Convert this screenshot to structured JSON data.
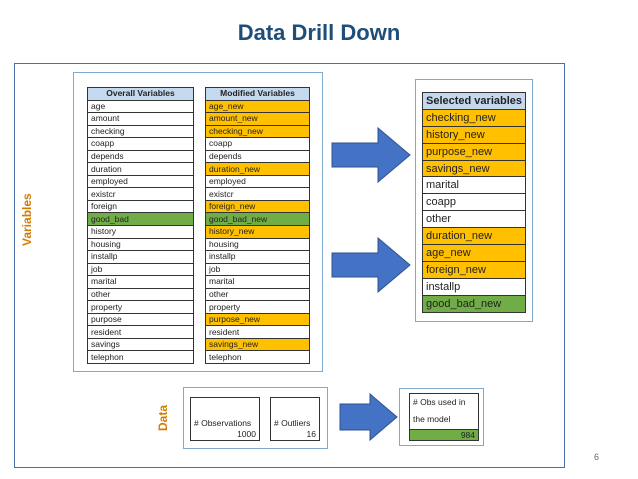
{
  "title": "Data Drill Down",
  "labels": {
    "variables": "Variables",
    "data": "Data"
  },
  "overall_variables": {
    "header": "Overall Variables",
    "items": [
      "age",
      "amount",
      "checking",
      "coapp",
      "depends",
      "duration",
      "employed",
      "existcr",
      "foreign",
      "good_bad",
      "history",
      "housing",
      "installp",
      "job",
      "marital",
      "other",
      "property",
      "purpose",
      "resident",
      "savings",
      "telephon"
    ],
    "highlight": [
      "none",
      "none",
      "none",
      "none",
      "none",
      "none",
      "none",
      "none",
      "none",
      "green",
      "none",
      "none",
      "none",
      "none",
      "none",
      "none",
      "none",
      "none",
      "none",
      "none",
      "none"
    ]
  },
  "modified_variables": {
    "header": "Modified Variables",
    "items": [
      "age_new",
      "amount_new",
      "checking_new",
      "coapp",
      "depends",
      "duration_new",
      "employed",
      "existcr",
      "foreign_new",
      "good_bad_new",
      "history_new",
      "housing",
      "installp",
      "job",
      "marital",
      "other",
      "property",
      "purpose_new",
      "resident",
      "savings_new",
      "telephon"
    ],
    "highlight": [
      "orange",
      "orange",
      "orange",
      "none",
      "none",
      "orange",
      "none",
      "none",
      "orange",
      "green",
      "orange",
      "none",
      "none",
      "none",
      "none",
      "none",
      "none",
      "orange",
      "none",
      "orange",
      "none"
    ]
  },
  "selected_variables": {
    "header": "Selected variables",
    "items": [
      "checking_new",
      "history_new",
      "purpose_new",
      "savings_new",
      "marital",
      "coapp",
      "other",
      "duration_new",
      "age_new",
      "foreign_new",
      "installp",
      "good_bad_new"
    ],
    "highlight": [
      "orange",
      "orange",
      "orange",
      "orange",
      "none",
      "none",
      "none",
      "orange",
      "orange",
      "orange",
      "none",
      "green"
    ]
  },
  "observations": {
    "label": "# Observations",
    "value": "1000"
  },
  "outliers": {
    "label": "# Outliers",
    "value": "16"
  },
  "obs_used": {
    "label_line1": "# Obs used in",
    "label_line2": "the model",
    "value": "984"
  },
  "colors": {
    "orange": "#ffc000",
    "green": "#70ad47",
    "arrow": "#4472c4",
    "title": "#1f4e79",
    "side_label": "#d27b00"
  },
  "page_number": "6"
}
